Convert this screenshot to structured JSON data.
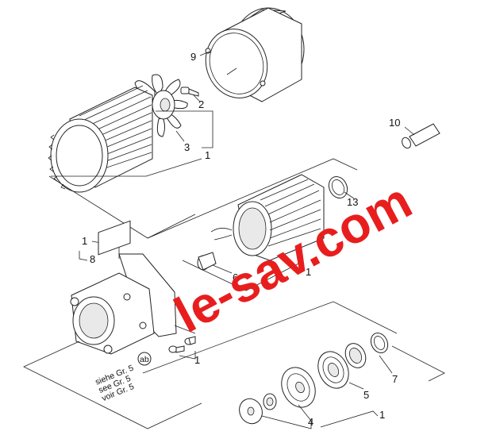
{
  "labels": {
    "p9": "9",
    "p2": "2",
    "p3": "3",
    "p1_fan": "1",
    "p10": "10",
    "p13": "13",
    "p1_top_left": "1",
    "p8": "8",
    "p6": "6",
    "p1_stator": "1",
    "p1_housing": "1",
    "p7": "7",
    "p5": "5",
    "p4": "4",
    "p1_bottom": "1",
    "see_line_de": "siehe Gr. 5",
    "see_line_en": "see Gr. 5",
    "see_line_fr": "voir Gr. 5",
    "see_badge": "ab"
  },
  "watermark": "le-sav.com",
  "colors": {
    "watermark": "#e81e1e",
    "line": "#222222"
  }
}
